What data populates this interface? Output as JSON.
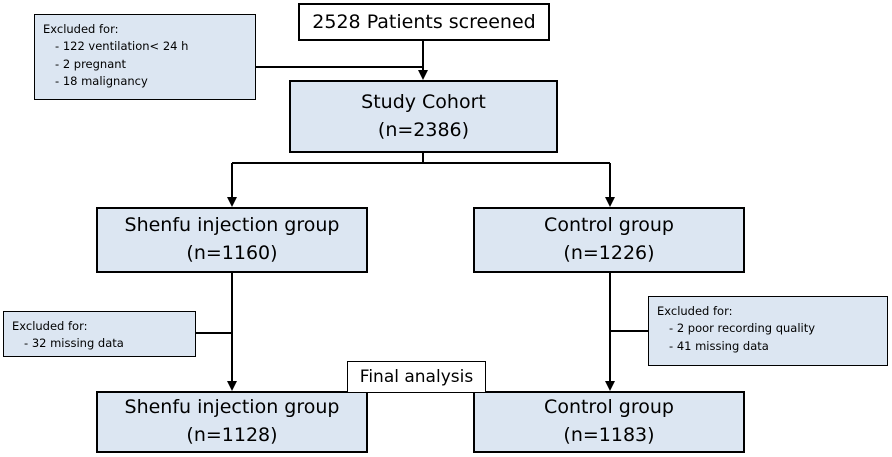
{
  "screened": {
    "label": "2528 Patients screened"
  },
  "exclusion_top": {
    "title": "Excluded for:",
    "items": [
      "122 ventilation< 24 h",
      "2 pregnant",
      "18 malignancy"
    ]
  },
  "cohort": {
    "title": "Study Cohort",
    "count": "(n=2386)"
  },
  "shenfu_initial": {
    "title": "Shenfu injection group",
    "count": "(n=1160)"
  },
  "control_initial": {
    "title": "Control group",
    "count": "(n=1226)"
  },
  "exclusion_shenfu": {
    "title": "Excluded for:",
    "items": [
      "32 missing data"
    ]
  },
  "exclusion_control": {
    "title": "Excluded for:",
    "items": [
      "2 poor recording quality",
      "41 missing data"
    ]
  },
  "final_label": "Final analysis",
  "shenfu_final": {
    "title": "Shenfu injection group",
    "count": "(n=1128)"
  },
  "control_final": {
    "title": "Control group",
    "count": "(n=1183)"
  },
  "colors": {
    "box_fill": "#dce6f2",
    "line": "#000000"
  }
}
